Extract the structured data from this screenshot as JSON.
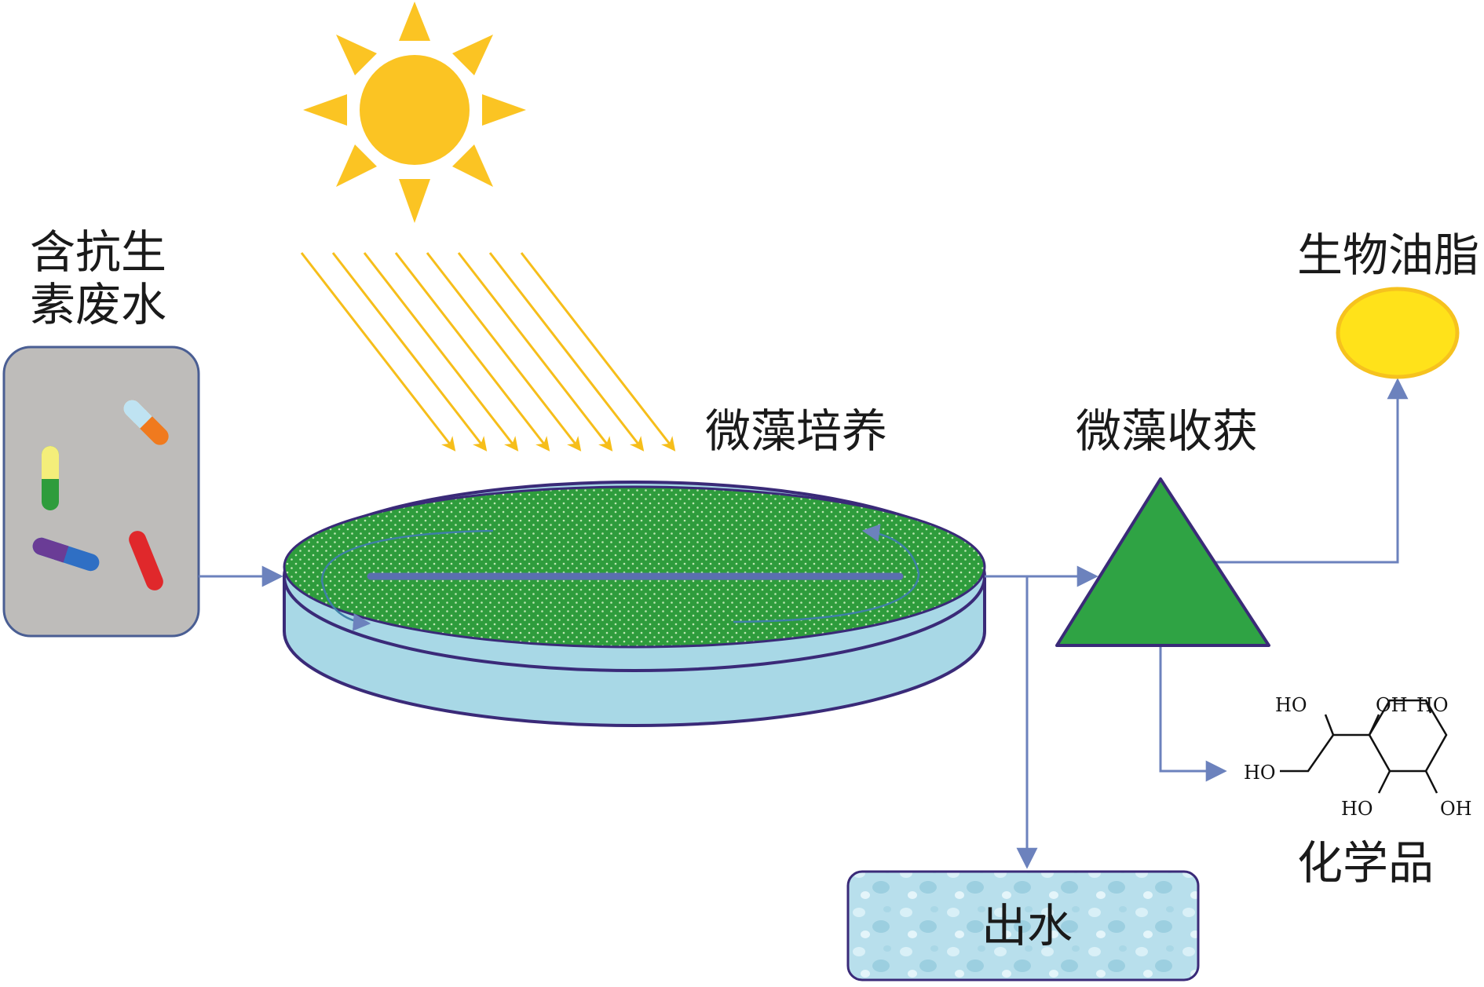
{
  "labels": {
    "wastewater_line1": "含抗生",
    "wastewater_line2": "素废水",
    "cultivation": "微藻培养",
    "harvest": "微藻收获",
    "bio_oil": "生物油脂",
    "chemicals": "化学品",
    "effluent": "出水"
  },
  "molecule": {
    "atoms": [
      "HO",
      "OH",
      "HO",
      "HO",
      "HO",
      "OH"
    ]
  },
  "colors": {
    "sun": "#FBC423",
    "light_rays": "#F6BE1A",
    "algae_green": "#2E9C3C",
    "pond_water": "#A8D8E6",
    "outline_navy": "#3A2A78",
    "arrow_blue": "#6C82BD",
    "tank_gray": "#BEBCBA",
    "oil_yellow": "#FFE21A",
    "effluent_water": "#B8DFEC"
  },
  "icons": [
    "sun-icon",
    "capsule-icon",
    "triangle-harvest-icon",
    "oil-drop-icon",
    "molecule-icon"
  ]
}
